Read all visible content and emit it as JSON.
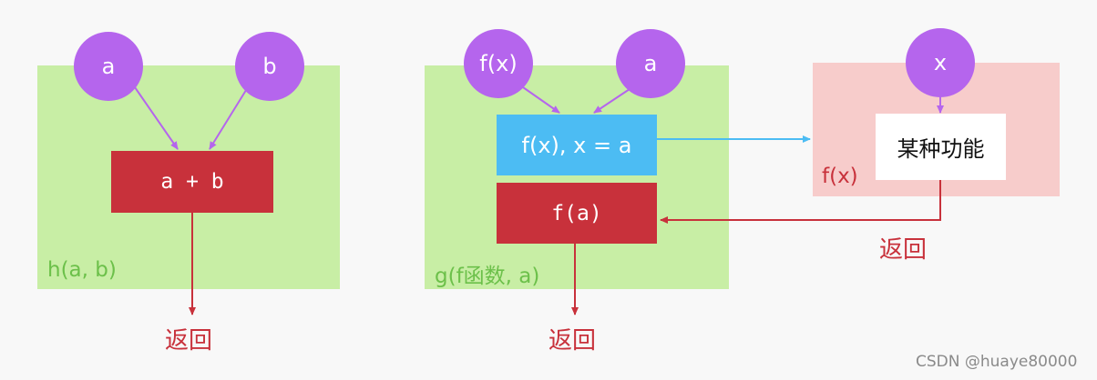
{
  "left": {
    "label": "h(a, b)",
    "inputs": [
      "a",
      "b"
    ],
    "expr": "a + b",
    "return_label": "返回"
  },
  "middle": {
    "label": "g(f函数, a)",
    "inputs": [
      "f(x)",
      "a"
    ],
    "assign": "f(x), x = a",
    "call": "f(a)",
    "return_label": "返回"
  },
  "right": {
    "label": "f(x)",
    "input": "x",
    "body": "某种功能",
    "return_label": "返回"
  },
  "watermark": "CSDN @huaye80000",
  "colors": {
    "green_panel": "#c8eea5",
    "pink_panel": "#f7cccb",
    "circle": "#b565ed",
    "red": "#c8313b",
    "blue": "#4cbcf3",
    "green_text": "#6cc04a"
  }
}
